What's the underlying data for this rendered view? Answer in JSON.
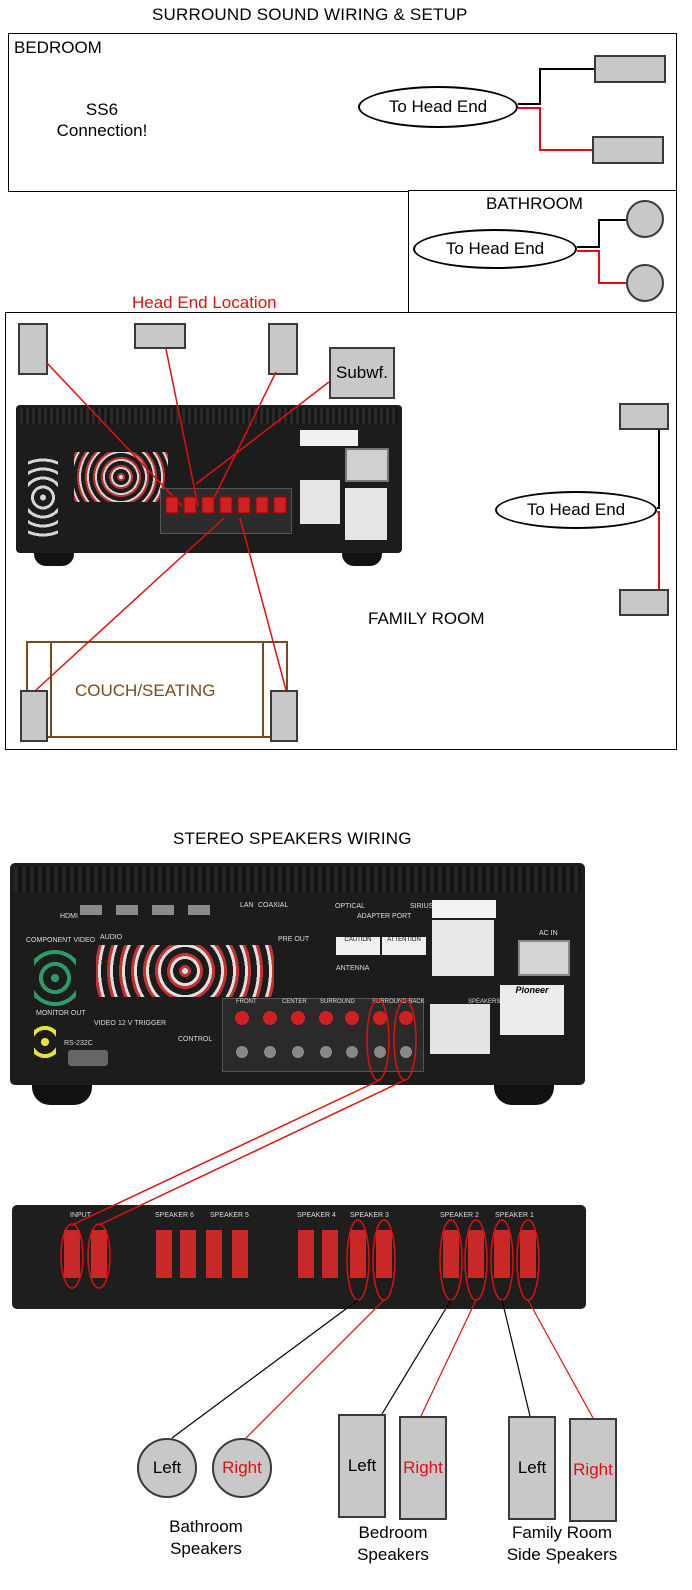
{
  "surround": {
    "title": "SURROUND SOUND WIRING & SETUP",
    "bedroom": {
      "label": "BEDROOM",
      "note": "SS6\nConnection!",
      "to_head_end": "To Head End"
    },
    "bathroom": {
      "label": "BATHROOM",
      "to_head_end": "To Head End"
    },
    "family_room": {
      "head_end_location": "Head End Location",
      "subwoofer": "Subwf.",
      "label": "FAMILY ROOM",
      "couch": "COUCH/SEATING",
      "to_head_end": "To Head End"
    }
  },
  "stereo": {
    "title": "STEREO SPEAKERS WIRING",
    "receiver_labels": {
      "hdmi": "HDMI",
      "component_video": "COMPONENT VIDEO",
      "audio": "AUDIO",
      "lan": "LAN",
      "coaxial": "COAXIAL",
      "optical": "OPTICAL",
      "adapter_port": "ADAPTER PORT",
      "sirius": "SIRIUS",
      "pre_out": "PRE OUT",
      "antenna": "ANTENNA",
      "front": "FRONT",
      "center": "CENTER",
      "surround": "SURROUND",
      "surround_back": "SURROUND BACK",
      "speakers": "SPEAKERS",
      "ac_in": "AC IN",
      "brand": "Pioneer",
      "monitor_out": "MONITOR OUT",
      "video": "VIDEO",
      "rs232c": "RS-232C",
      "trigger": "12 V TRIGGER",
      "control": "CONTROL",
      "caution": "CAUTION",
      "attention": "ATTENTION"
    },
    "switch_labels": {
      "input": "INPUT",
      "speaker_6": "SPEAKER 6",
      "speaker_5": "SPEAKER 5",
      "speaker_4": "SPEAKER 4",
      "speaker_3": "SPEAKER 3",
      "speaker_2": "SPEAKER 2",
      "speaker_1": "SPEAKER 1"
    },
    "speakers": {
      "bathroom": {
        "left": "Left",
        "right": "Right",
        "caption": "Bathroom\nSpeakers"
      },
      "bedroom": {
        "left": "Left",
        "right": "Right",
        "caption": "Bedroom\nSpeakers"
      },
      "family": {
        "left": "Left",
        "right": "Right",
        "caption": "Family Room\nSide Speakers"
      }
    }
  },
  "colors": {
    "wire_red": "#e01010",
    "wire_black": "#000000",
    "speaker_fill": "#c8c8c8",
    "couch": "#7a4a1a",
    "receiver": "#1c1c1c"
  }
}
